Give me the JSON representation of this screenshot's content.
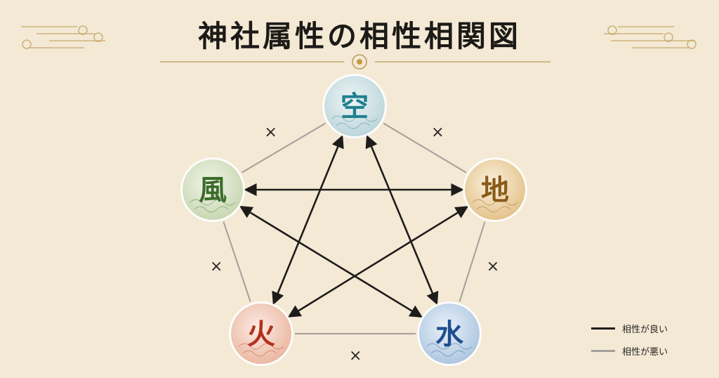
{
  "title": "神社属性の相性相関図",
  "nodes": [
    {
      "id": "sora",
      "label": "空",
      "color": "#1f7f8e",
      "fill_inner": "#eef5f6",
      "fill_outer": "#b9d3d8"
    },
    {
      "id": "chi",
      "label": "地",
      "color": "#8a5a16",
      "fill_inner": "#fbf1de",
      "fill_outer": "#e2bf84"
    },
    {
      "id": "mizu",
      "label": "水",
      "color": "#1f4f8f",
      "fill_inner": "#eaf1f8",
      "fill_outer": "#a9c3df"
    },
    {
      "id": "hi",
      "label": "火",
      "color": "#b2311d",
      "fill_inner": "#fbece4",
      "fill_outer": "#eab39c"
    },
    {
      "id": "kaze",
      "label": "風",
      "color": "#3c6b2a",
      "fill_inner": "#f1f5e8",
      "fill_outer": "#c5d5ae"
    }
  ],
  "good_links": [
    [
      "kaze",
      "chi"
    ],
    [
      "sora",
      "mizu"
    ],
    [
      "sora",
      "hi"
    ],
    [
      "kaze",
      "mizu"
    ],
    [
      "chi",
      "hi"
    ]
  ],
  "bad_links": [
    [
      "sora",
      "chi"
    ],
    [
      "chi",
      "mizu"
    ],
    [
      "mizu",
      "hi"
    ],
    [
      "hi",
      "kaze"
    ],
    [
      "kaze",
      "sora"
    ]
  ],
  "bad_mark": "×",
  "legend": [
    {
      "label": "相性が良い",
      "color": "#1e1c1a"
    },
    {
      "label": "相性が悪い",
      "color": "#a3a09a"
    }
  ]
}
